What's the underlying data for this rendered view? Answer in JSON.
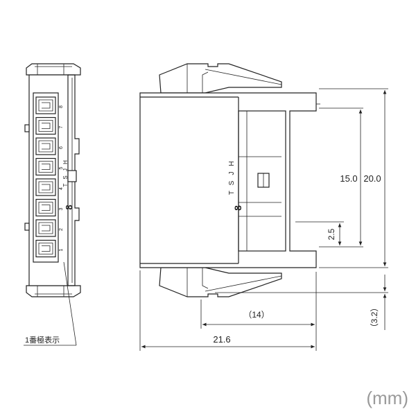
{
  "dimensions": {
    "d_15": "15.0",
    "d_20": "20.0",
    "d_25": "2.5",
    "d_14": "（14）",
    "d_216": "21.6",
    "d_32": "（3.2）"
  },
  "side_marks": {
    "letters": [
      "H",
      "J",
      "S",
      "T"
    ],
    "digit": "8",
    "slot_numbers": [
      "8",
      "7",
      "6",
      "5",
      "4",
      "3",
      "2",
      "1"
    ]
  },
  "callout": "1番極表示",
  "unit": "(mm)"
}
